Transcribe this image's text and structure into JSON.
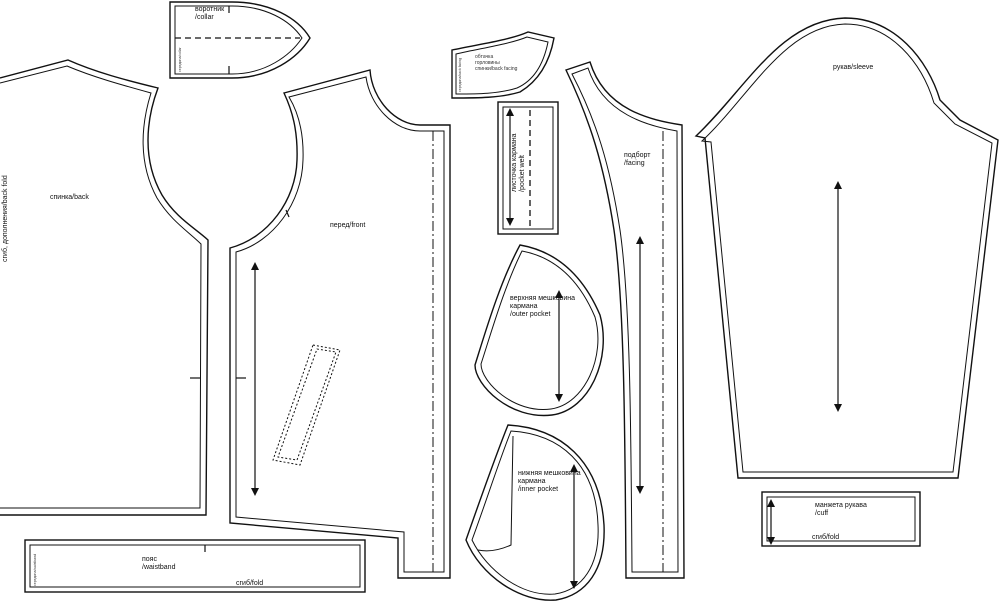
{
  "pieces": {
    "collar": "воротник\n/collar",
    "collar_side": "середина/collar",
    "back": "спинка/back",
    "back_fold": "сгиб, дополнения/back fold",
    "front": "перед/front",
    "back_facing": "обтачка\nгорловины\nспинки/back facing",
    "back_facing_side": "середина/back facing",
    "pocket_welt": "листочка кармана\n/pocket welt",
    "facing": "подборт\n/facing",
    "outer_pocket": "верхняя мешковина\nкармана\n/outer pocket",
    "inner_pocket": "нижняя мешковина\nкармана\n/inner pocket",
    "sleeve": "рукав/sleeve",
    "cuff": "манжета рукава\n/cuff",
    "cuff_fold": "сгиб/fold",
    "waistband": "пояс\n/waistband",
    "waistband_fold": "сгиб/fold",
    "waistband_side": "середина/waistband"
  }
}
